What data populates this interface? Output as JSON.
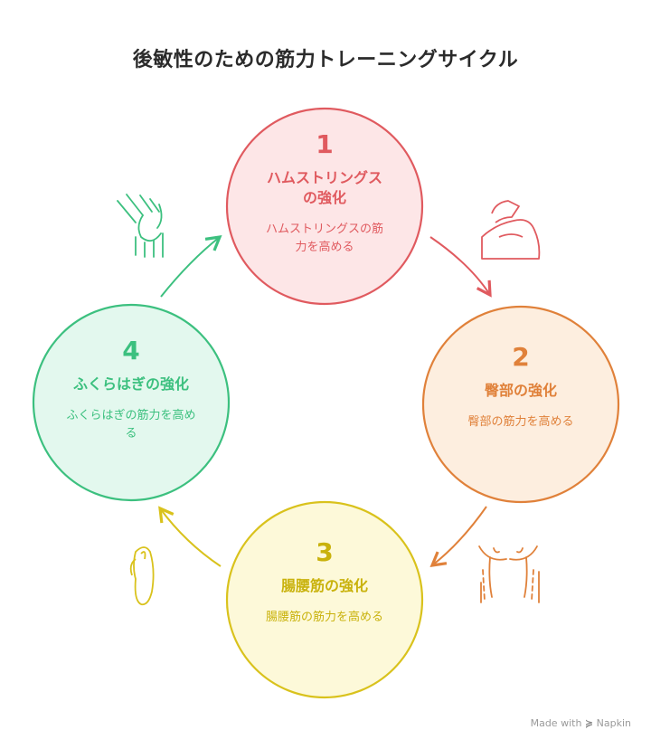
{
  "title": "後敏性のための筋力トレーニングサイクル",
  "stages": [
    {
      "number": "1",
      "heading_line1": "ハムストリングス",
      "heading_line2": "の強化",
      "desc_line1": "ハムストリングスの筋",
      "desc_line2": "力を高める",
      "color": "#e05a5f",
      "fill": "#fde6e7",
      "icon": "knee-joint-icon"
    },
    {
      "number": "2",
      "heading_line1": "臀部の強化",
      "heading_line2": "",
      "desc_line1": "臀部の筋力を高める",
      "desc_line2": "",
      "color": "#e0813a",
      "fill": "#fdeedf",
      "icon": "flexed-arm-icon"
    },
    {
      "number": "3",
      "heading_line1": "腸腰筋の強化",
      "heading_line2": "",
      "desc_line1": "腸腰筋の筋力を高める",
      "desc_line2": "",
      "color": "#d9c21c",
      "fill": "#fdf9d9",
      "icon": "torso-icon"
    },
    {
      "number": "4",
      "heading_line1": "ふくらはぎの強化",
      "heading_line2": "",
      "desc_line1": "ふくらはぎの筋力を高め",
      "desc_line2": "る",
      "color": "#3cc07f",
      "fill": "#e3f8ee",
      "icon": "calf-muscle-icon"
    }
  ],
  "credit": {
    "prefix": "Made with",
    "brand": "Napkin"
  }
}
